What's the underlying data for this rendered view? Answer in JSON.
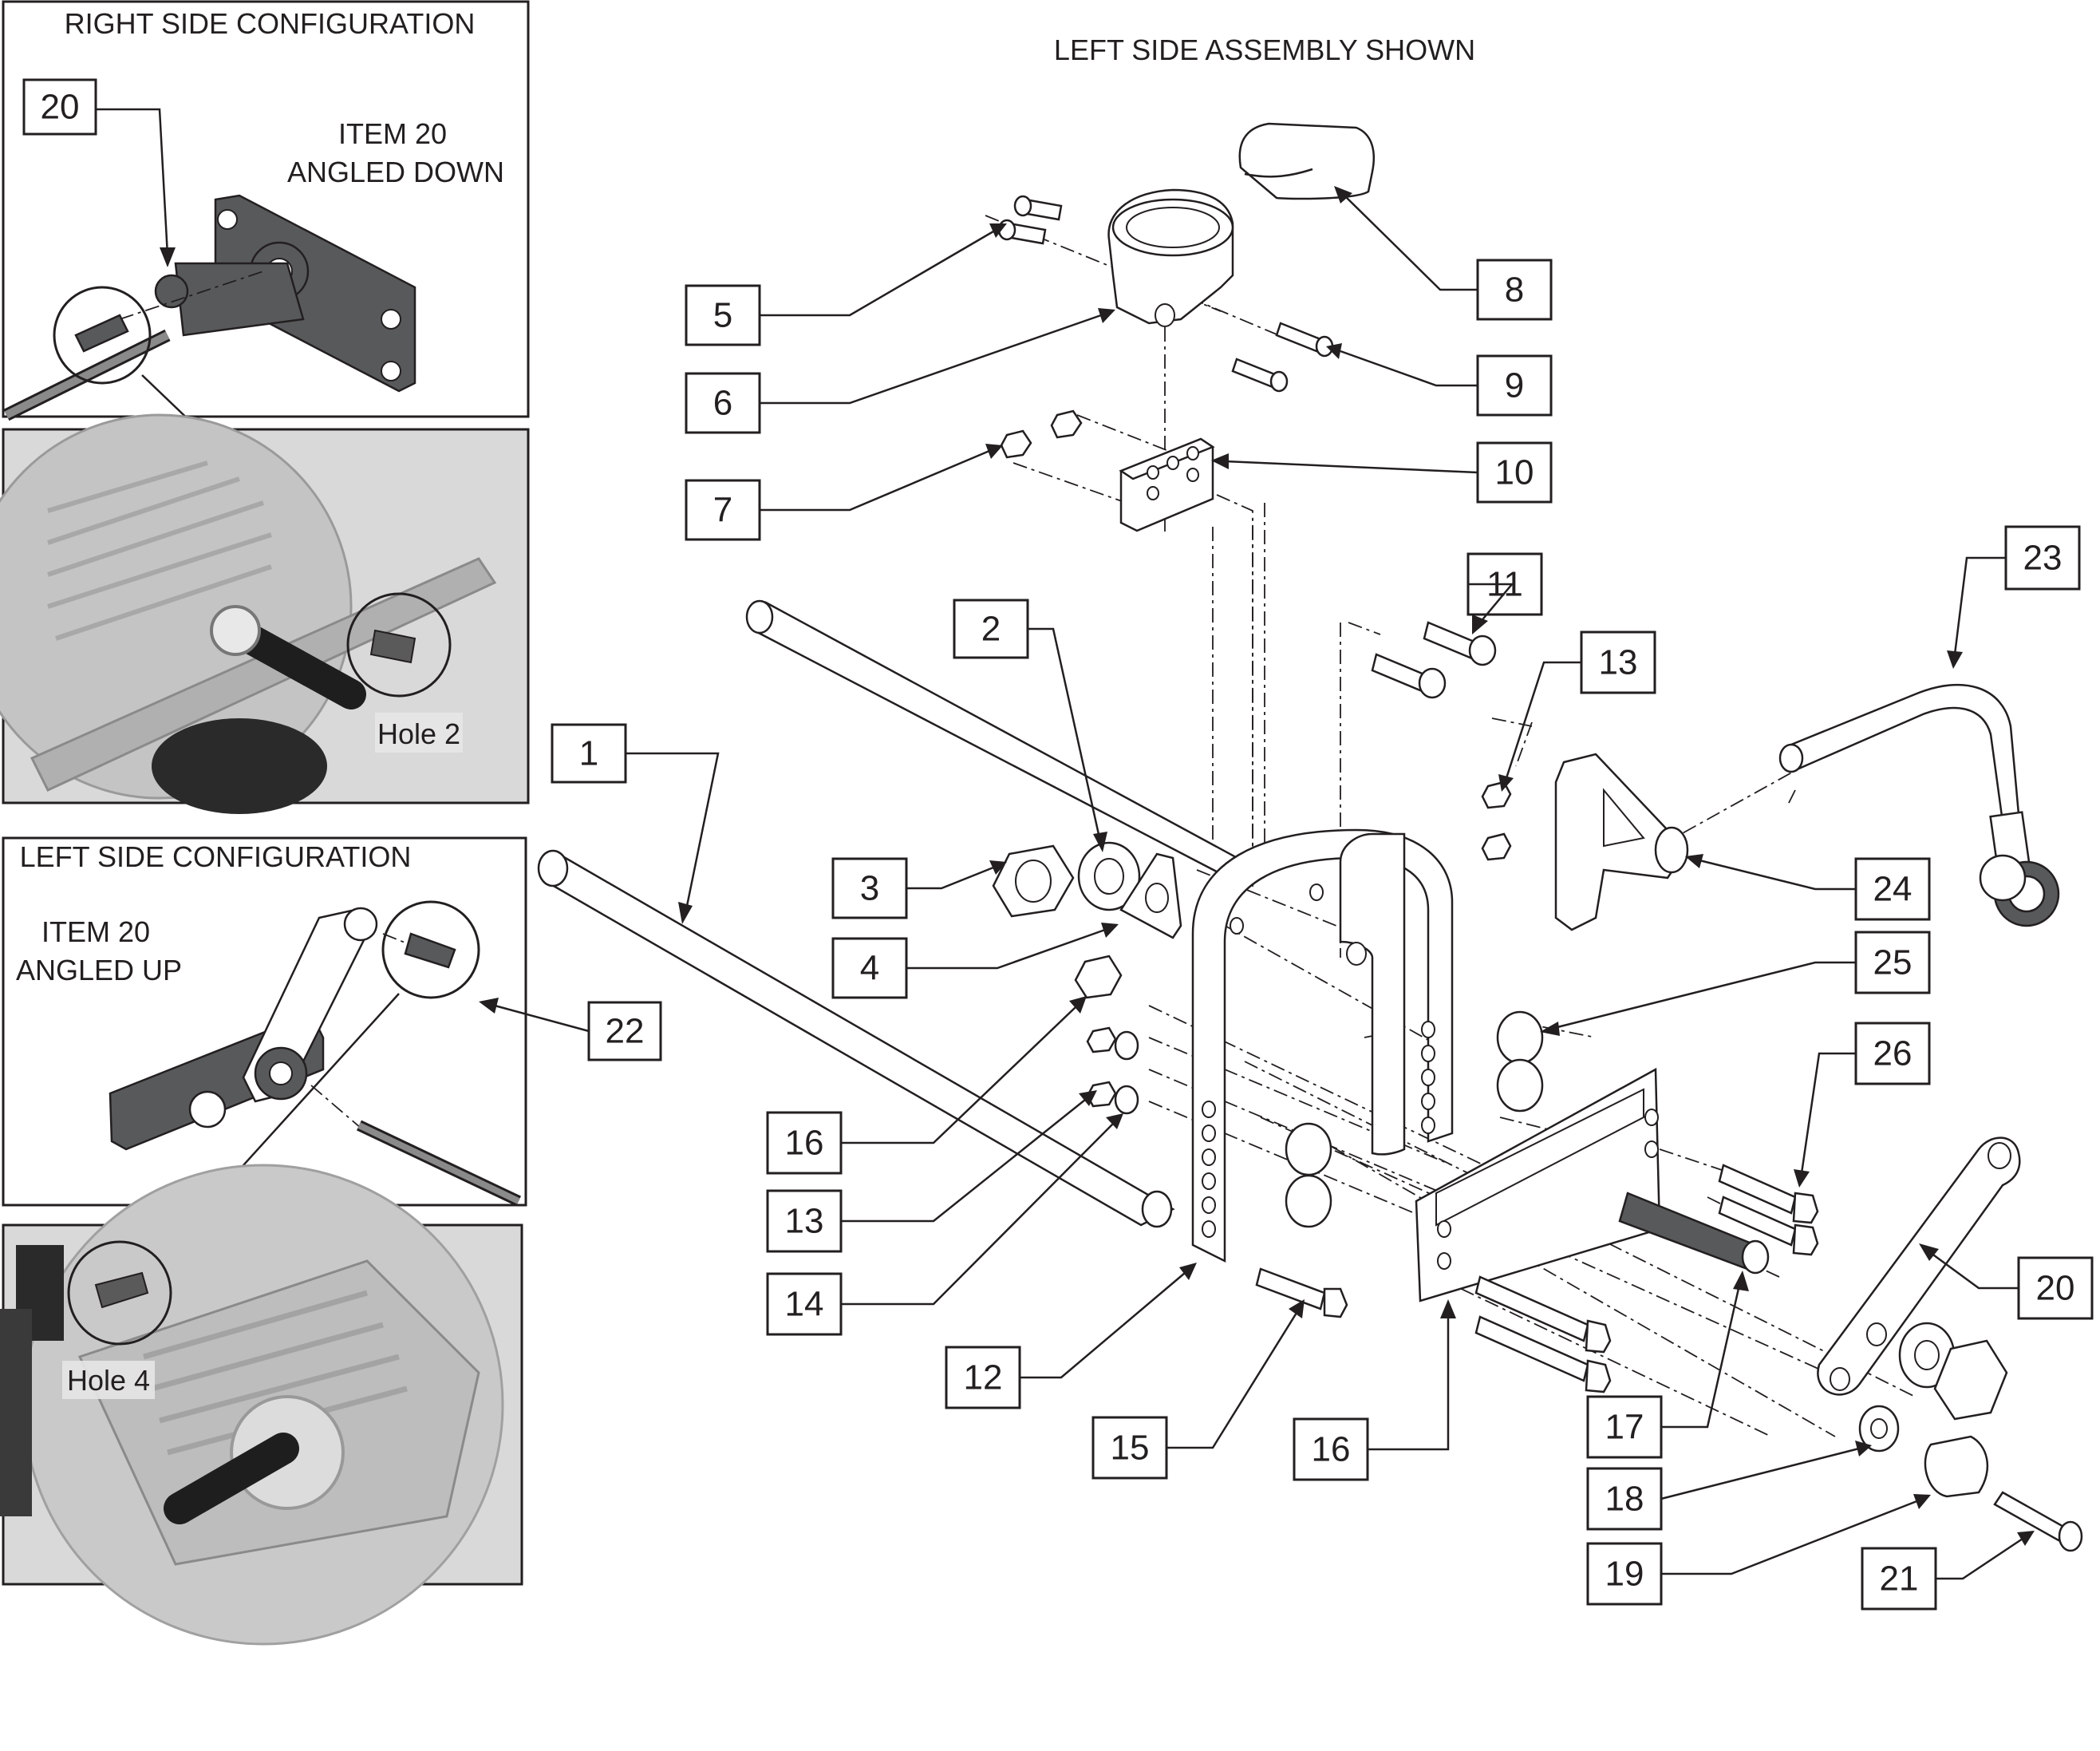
{
  "title": "LEFT SIDE ASSEMBLY SHOWN",
  "insets": {
    "right_side": {
      "heading": "RIGHT SIDE CONFIGURATION",
      "note_line1": "ITEM 20",
      "note_line2": "ANGLED DOWN",
      "photo_label": "Hole 2"
    },
    "left_side": {
      "heading": "LEFT SIDE CONFIGURATION",
      "note_line1": "ITEM 20",
      "note_line2": "ANGLED UP",
      "photo_label": "Hole 4"
    }
  },
  "callouts": [
    "20",
    "22",
    "1",
    "2",
    "3",
    "4",
    "5",
    "6",
    "7",
    "8",
    "9",
    "10",
    "11",
    "12",
    "13",
    "13",
    "14",
    "15",
    "16",
    "16",
    "17",
    "18",
    "19",
    "20",
    "21",
    "23",
    "24",
    "25",
    "26"
  ],
  "colors": {
    "line": "#231f20",
    "part_fill": "#ffffff",
    "dark_part": "#58595b",
    "photo_bg": "#d9d9d9"
  }
}
